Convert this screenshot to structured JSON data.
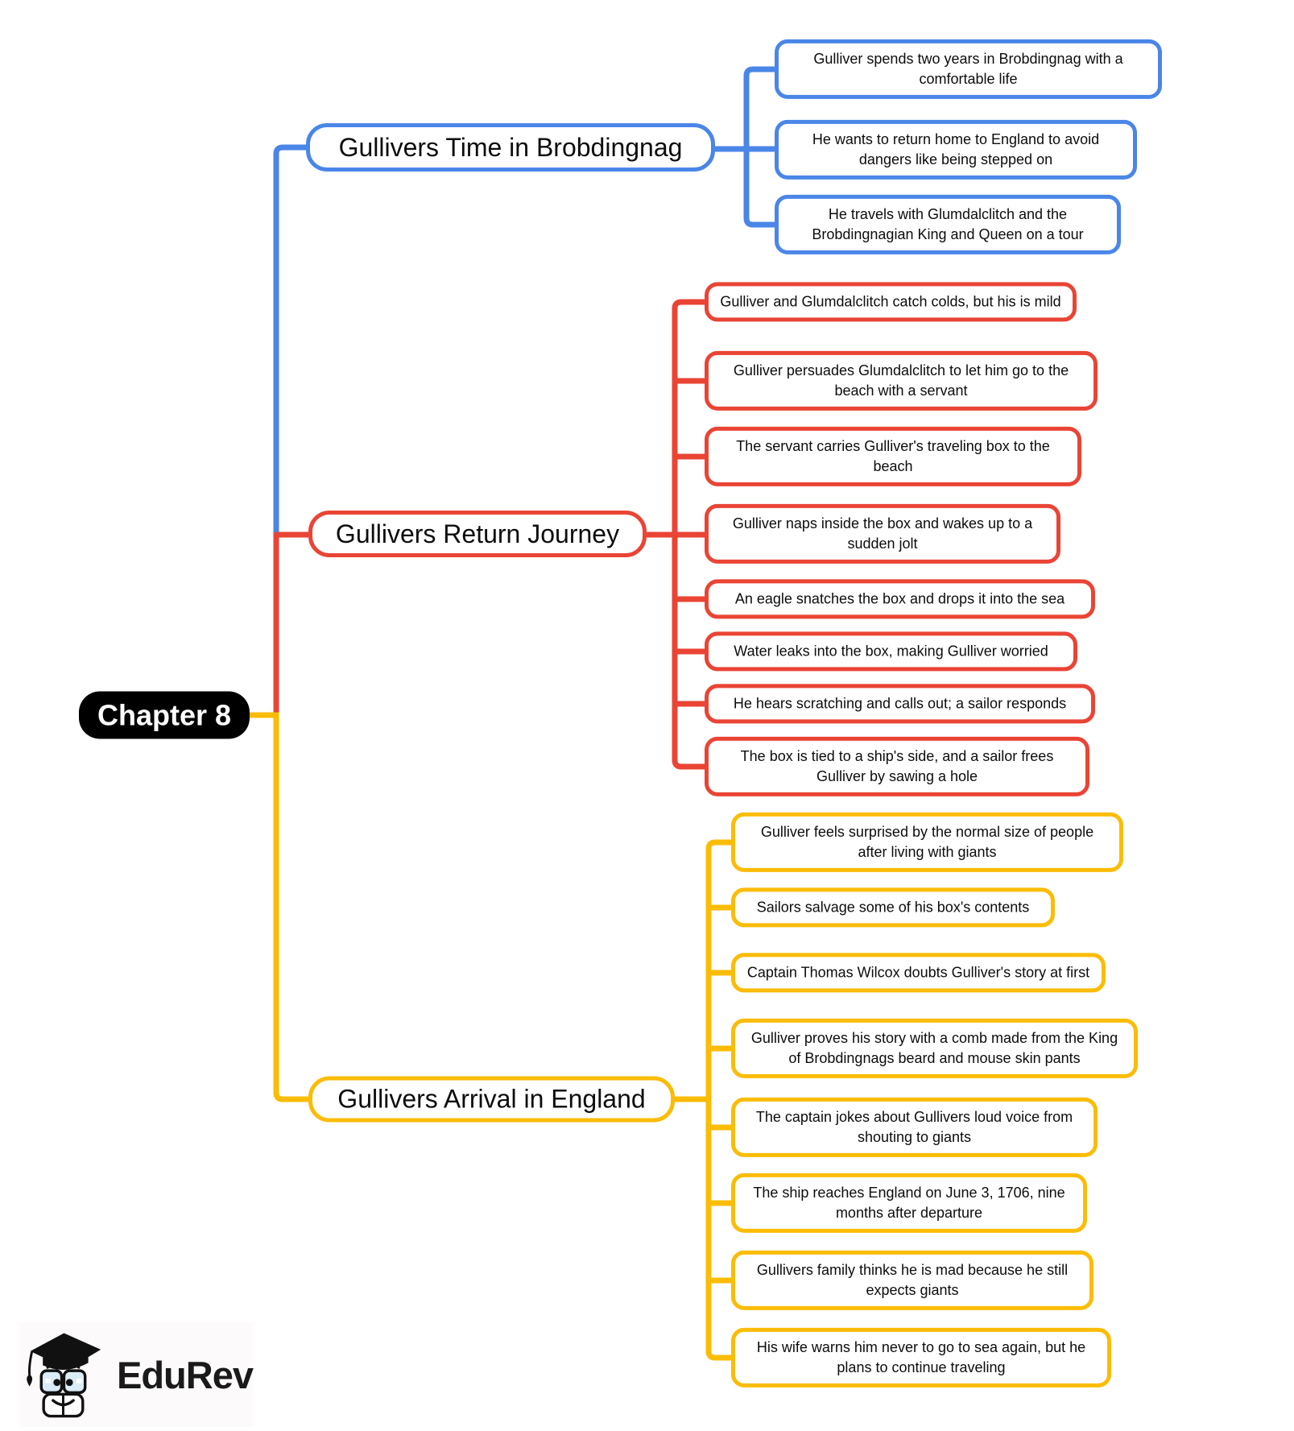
{
  "root": {
    "label": "Chapter 8"
  },
  "branches": [
    {
      "label": "Gullivers Time in Brobdingnag",
      "color": "#4A86E8",
      "children": [
        "Gulliver spends two years in Brobdingnag with a comfortable life",
        "He wants to return home to England to avoid dangers like being stepped on",
        "He travels with Glumdalclitch and the Brobdingnagian King and Queen on a tour"
      ]
    },
    {
      "label": "Gullivers Return Journey",
      "color": "#EA4435",
      "children": [
        "Gulliver and Glumdalclitch catch colds, but his is mild",
        "Gulliver persuades Glumdalclitch to let him go to the beach with a servant",
        "The servant carries Gulliver's traveling box to the beach",
        "Gulliver naps inside the box and wakes up to a sudden jolt",
        "An eagle snatches the box and drops it into the sea",
        "Water leaks into the box, making Gulliver worried",
        "He hears scratching and calls out; a sailor responds",
        "The box is tied to a ship's side, and a sailor frees Gulliver by sawing a hole"
      ]
    },
    {
      "label": "Gullivers Arrival in England",
      "color": "#FBBC05",
      "children": [
        "Gulliver feels surprised by the normal size of people after living with giants",
        "Sailors salvage some of his box's contents",
        "Captain Thomas Wilcox doubts Gulliver's story at first",
        "Gulliver proves his story with a comb made from the King of Brobdingnags beard and mouse skin pants",
        "The captain jokes about Gullivers loud voice from shouting to giants",
        "The ship reaches England on June 3, 1706, nine months after departure",
        "Gullivers family thinks he is mad because he still expects giants",
        "His wife warns him never to go to sea again, but he plans to continue traveling"
      ]
    }
  ],
  "colors": {
    "blue": "#4A86E8",
    "red": "#EA4435",
    "yellow": "#FBBC05",
    "root_bg": "#000000",
    "root_text": "#ffffff"
  },
  "logo": {
    "text": "EduRev"
  }
}
